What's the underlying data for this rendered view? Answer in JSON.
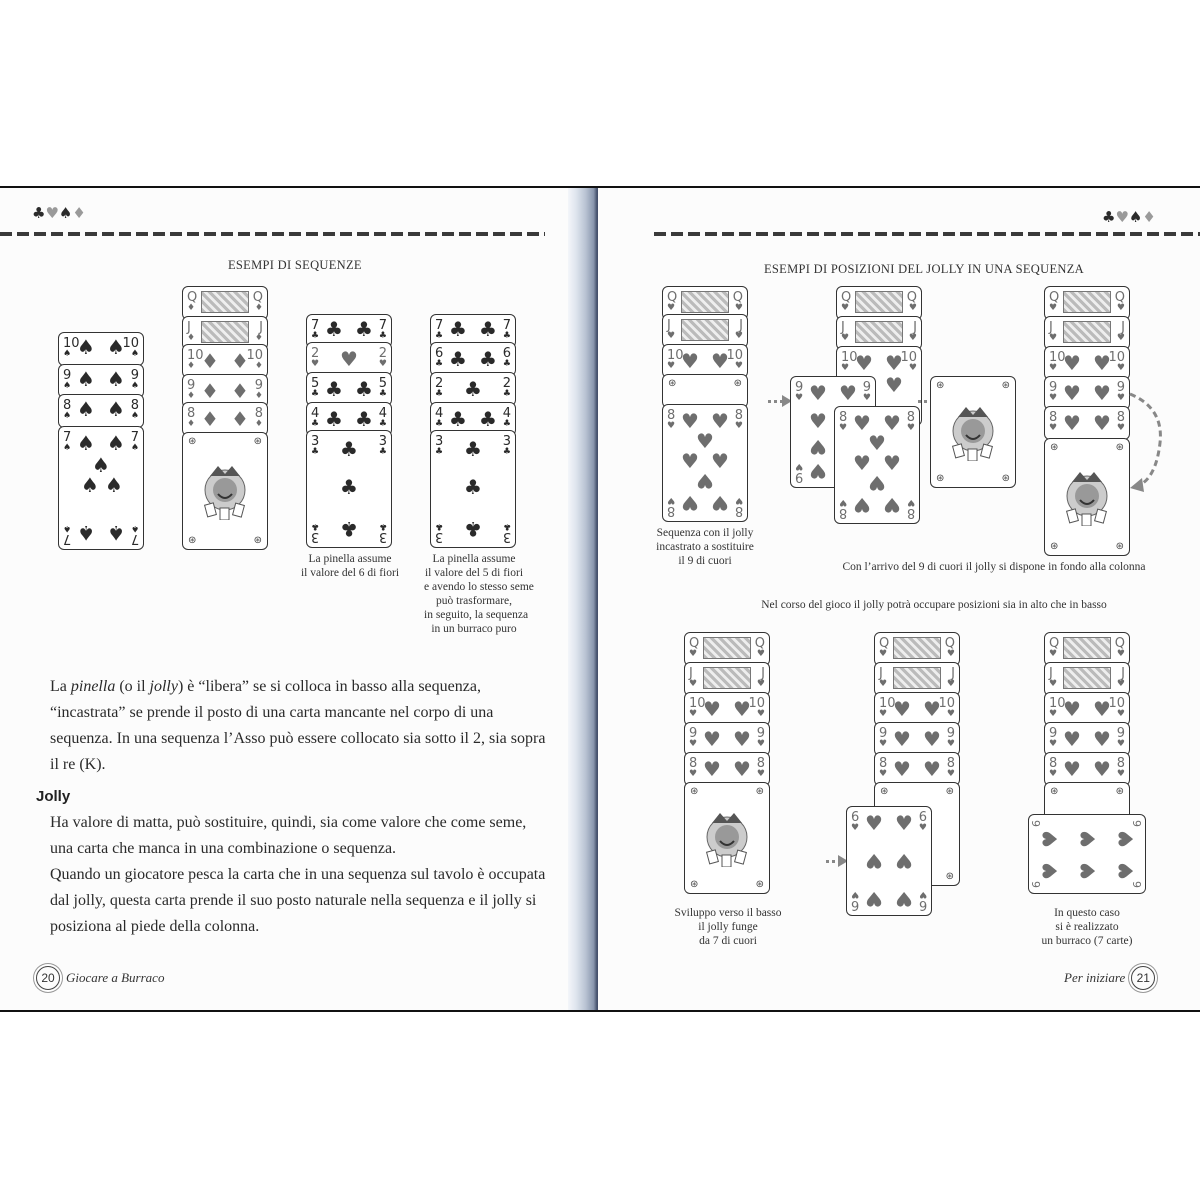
{
  "left_page": {
    "header_suits": [
      "♣",
      "♥",
      "♠",
      "♦"
    ],
    "section_title": "ESEMPI DI SEQUENZE",
    "card_columns": [
      {
        "suit": "spades",
        "cards": [
          "10",
          "9",
          "8",
          "7"
        ]
      },
      {
        "suit": "diamonds",
        "cards": [
          "Q",
          "J",
          "10",
          "9",
          "8",
          "JOLLY"
        ]
      },
      {
        "suit": "clubs",
        "cards": [
          "7",
          "2♥",
          "5",
          "4",
          "3"
        ]
      },
      {
        "suit": "clubs",
        "cards": [
          "7",
          "6",
          "2",
          "4",
          "3"
        ]
      }
    ],
    "captions": {
      "col3": [
        "La pinella assume",
        "il valore del 6 di fiori"
      ],
      "col4": [
        "La pinella assume",
        "il valore del 5 di fiori",
        "e avendo lo stesso seme",
        "può trasformare,",
        "in seguito, la sequenza",
        "in un burraco puro"
      ]
    },
    "paragraph1": {
      "part1": "La ",
      "italic1": "pinella",
      "part2": " (o il ",
      "italic2": "jolly",
      "part3": ") è “libera” se si colloca in basso alla sequenza, “incastrata” se prende il posto di una carta mancante nel corpo di una sequenza. In una sequenza l’Asso può essere collocato sia sotto il 2, sia sopra il re (K)."
    },
    "heading": "Jolly",
    "paragraph2": "Ha valore di matta, può sostituire, quindi, sia come valore che come seme, una carta che manca in una combinazione o sequenza.",
    "paragraph3": "Quando un giocatore pesca la carta che in una sequenza sul tavolo è occupata dal jolly, questa carta prende il suo posto naturale nella sequenza e il jolly si posiziona al piede della colonna.",
    "footer": {
      "page_number": "20",
      "title": "Giocare a Burraco"
    }
  },
  "right_page": {
    "header_suits": [
      "♣",
      "♥",
      "♠",
      "♦"
    ],
    "section_title": "ESEMPI DI POSIZIONI DEL JOLLY IN UNA SEQUENZA",
    "top_row": [
      {
        "cards": [
          "Q",
          "J",
          "10",
          "JOLLY",
          "8"
        ],
        "caption": [
          "Sequenza con il jolly",
          "incastrato a sostituire",
          "il 9 di cuori"
        ]
      },
      {
        "cards": [
          "Q",
          "J",
          "10",
          "9",
          "8"
        ],
        "caption": [
          "Con l’arrivo del 9 di cuori il jolly si dispone in fondo alla colonna"
        ]
      },
      {
        "cards": [
          "JOLLY"
        ]
      },
      {
        "cards": [
          "Q",
          "J",
          "10",
          "9",
          "8",
          "JOLLY"
        ]
      }
    ],
    "middle_caption": "Nel corso del gioco il jolly potrà occupare posizioni sia in alto che in basso",
    "bottom_row": [
      {
        "cards": [
          "Q",
          "J",
          "10",
          "9",
          "8",
          "JOLLY"
        ],
        "caption": [
          "Sviluppo verso il basso",
          "il jolly funge",
          "da 7 di cuori"
        ]
      },
      {
        "cards": [
          "Q",
          "J",
          "10",
          "9",
          "8",
          "JOLLY",
          "6"
        ]
      },
      {
        "cards": [
          "Q",
          "J",
          "10",
          "9",
          "8",
          "JOLLY",
          "6"
        ],
        "caption": [
          "In questo caso",
          "si è realizzato",
          "un burraco (7 carte)"
        ]
      }
    ],
    "footer": {
      "page_number": "21",
      "title": "Per iniziare"
    }
  }
}
